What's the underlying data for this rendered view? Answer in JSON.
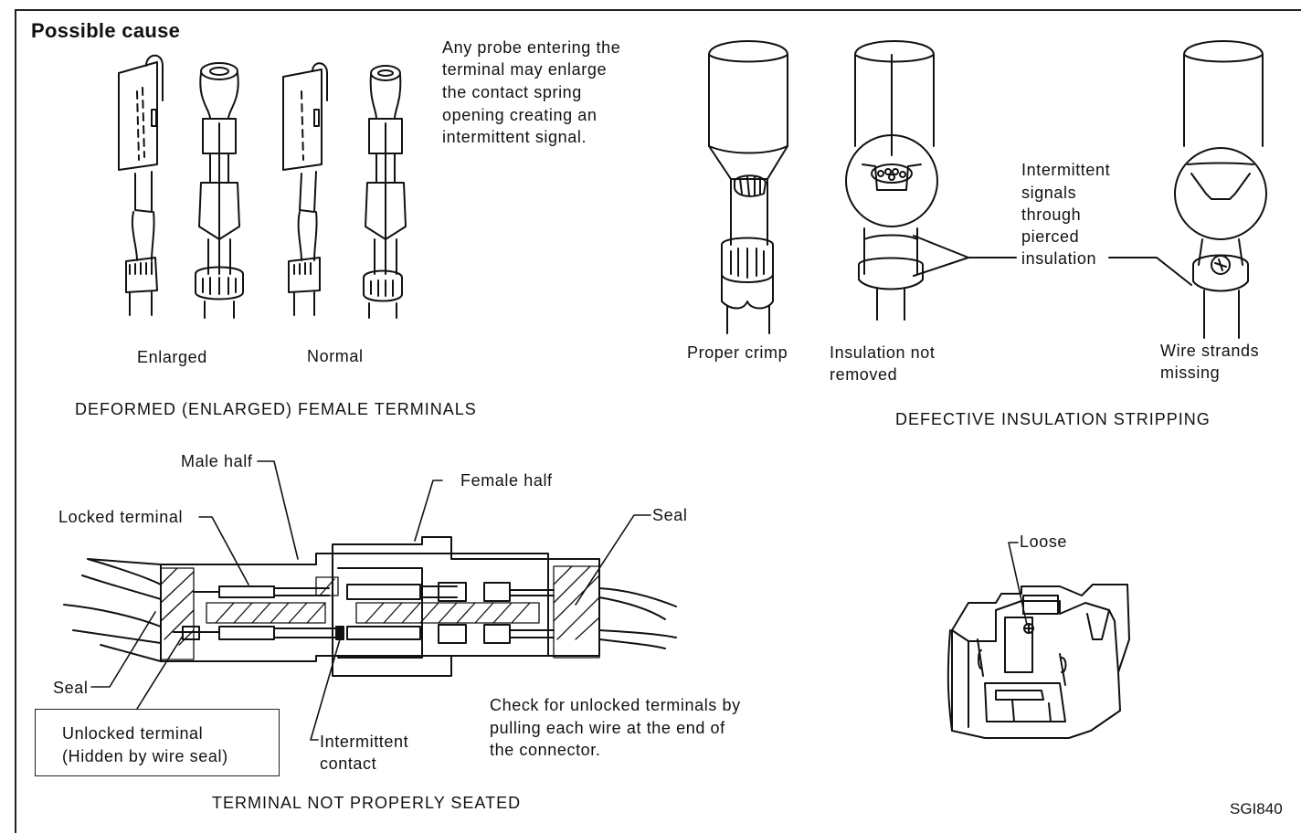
{
  "title": "Possible cause",
  "deformed": {
    "note": [
      "Any probe entering the",
      "terminal may enlarge",
      "the contact spring",
      "opening creating an",
      "intermittent signal."
    ],
    "enlarged": "Enlarged",
    "normal": "Normal",
    "caption": "DEFORMED (ENLARGED) FEMALE TERMINALS"
  },
  "stripping": {
    "proper": "Proper crimp",
    "insulation": [
      "Insulation not",
      "removed"
    ],
    "intermittent": [
      "Intermittent",
      "signals",
      "through",
      "pierced",
      "insulation"
    ],
    "strands": [
      "Wire strands",
      "missing"
    ],
    "caption": "DEFECTIVE INSULATION STRIPPING"
  },
  "connector": {
    "male": "Male half",
    "female": "Female half",
    "locked": "Locked terminal",
    "seal_right": "Seal",
    "seal_left": "Seal",
    "unlocked": [
      "Unlocked terminal",
      "(Hidden by wire seal)"
    ],
    "intermittent": [
      "Intermittent",
      "contact"
    ],
    "check": [
      "Check for unlocked terminals by",
      "pulling each wire at the end of",
      "the connector."
    ],
    "caption": "TERMINAL NOT PROPERLY SEATED"
  },
  "relay": {
    "loose": "Loose"
  },
  "code": "SGI840"
}
